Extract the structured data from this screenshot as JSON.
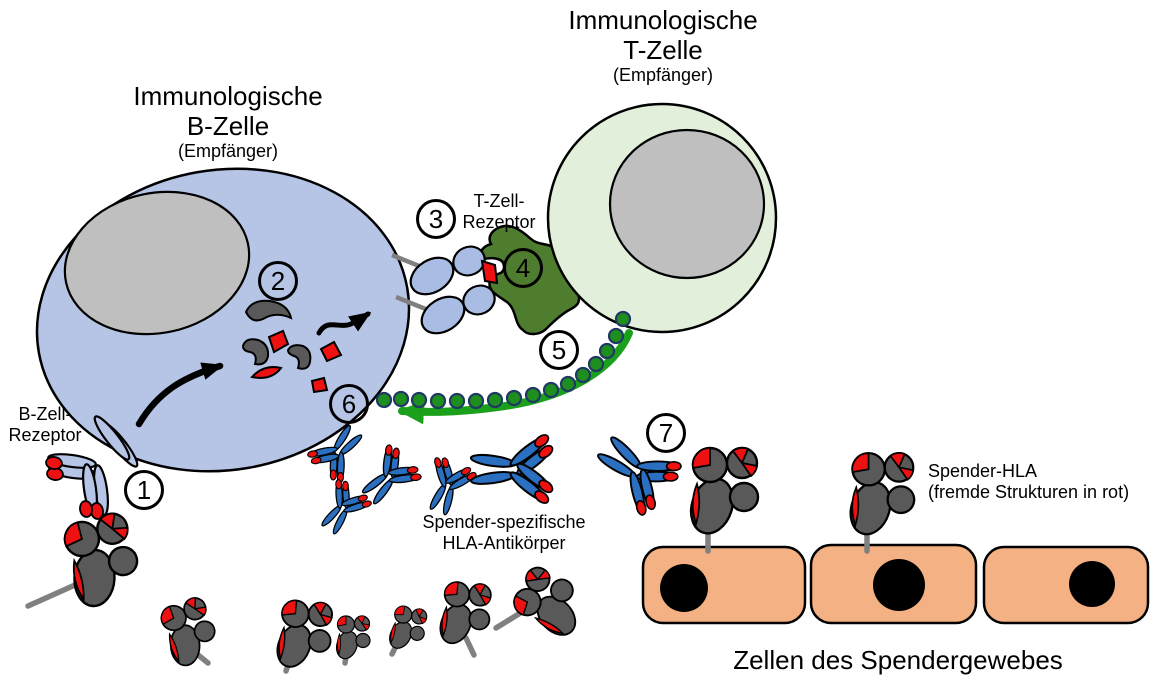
{
  "diagram": {
    "b_cell": {
      "title_line1": "Immunologische",
      "title_line2": "B-Zelle",
      "subtitle": "(Empfänger)"
    },
    "t_cell": {
      "title_line1": "Immunologische",
      "title_line2": "T-Zelle",
      "subtitle": "(Empfänger)"
    },
    "b_cell_receptor": {
      "line1": "B-Zell-",
      "line2": "Rezeptor"
    },
    "t_cell_receptor": {
      "line1": "T-Zell-",
      "line2": "Rezeptor"
    },
    "donor_antibodies": {
      "line1": "Spender-spezifische",
      "line2": "HLA-Antikörper"
    },
    "donor_hla": {
      "line1": "Spender-HLA",
      "line2": "(fremde Strukturen in rot)"
    },
    "donor_tissue": {
      "label": "Zellen des Spendergewebes"
    },
    "steps": [
      "1",
      "2",
      "3",
      "4",
      "5",
      "6",
      "7"
    ]
  },
  "colors": {
    "b_cell_fill": "#b6c5e6",
    "t_cell_fill": "#e2efda",
    "nucleus_gray": "#bfbfbf",
    "tcr_green": "#4f7d2f",
    "mhc_blue": "#a9bce4",
    "fragment_gray": "#595959",
    "hla_gray": "#595959",
    "antibody_blue": "#2b6fc0",
    "antigen_red": "#ee1111",
    "cytokine_arrow_green": "#1aa01a",
    "cytokine_dot_green": "#1e8e1e",
    "cytokine_dot_outline": "#1f3864",
    "stalk_gray": "#808080",
    "tissue_cell_orange": "#f4b183",
    "tissue_nucleus_black": "#000000"
  }
}
